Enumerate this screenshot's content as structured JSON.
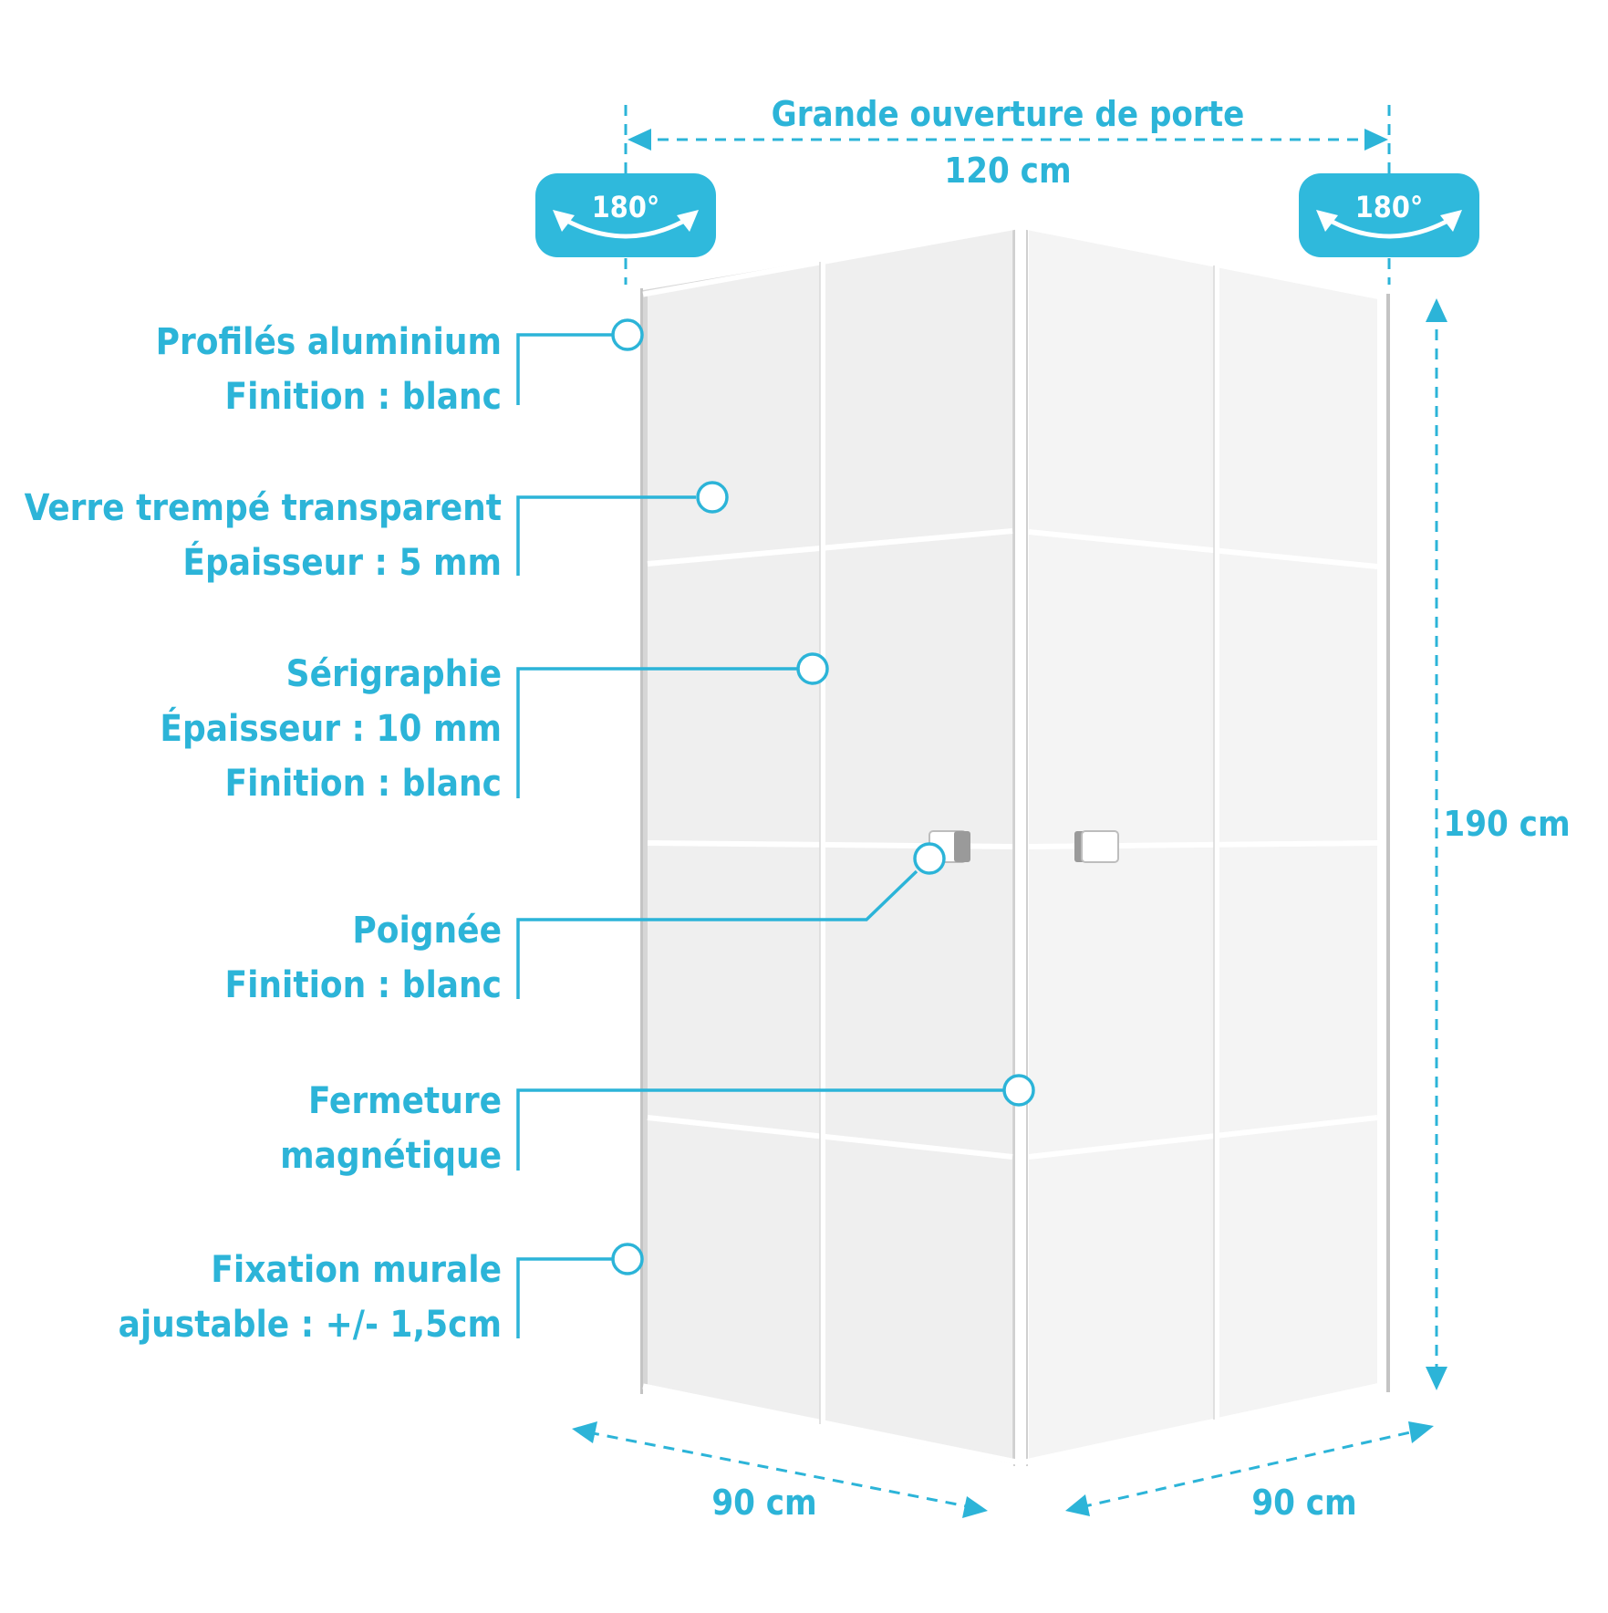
{
  "colors": {
    "accent": "#2cb4d8",
    "badge": "#2fb9dc",
    "glass_left": "#efefef",
    "glass_right": "#f4f4f4",
    "frame": "#ffffff",
    "frame_shadow": "#b9b9b9",
    "background": "#ffffff"
  },
  "dimensions": {
    "opening_title": "Grande ouverture de porte",
    "opening_width": "120 cm",
    "height": "190 cm",
    "depth_left": "90 cm",
    "depth_right": "90 cm"
  },
  "badges": {
    "left_rotation": "180°",
    "right_rotation": "180°",
    "icon": "rotate-arrows-icon"
  },
  "callouts": [
    {
      "id": "profiles",
      "lines": [
        "Profilés aluminium",
        "Finition : blanc"
      ]
    },
    {
      "id": "glass",
      "lines": [
        "Verre trempé transparent",
        "Épaisseur : 5 mm"
      ]
    },
    {
      "id": "screenprint",
      "lines": [
        "Sérigraphie",
        "Épaisseur : 10 mm",
        "Finition : blanc"
      ]
    },
    {
      "id": "handle",
      "lines": [
        "Poignée",
        "Finition : blanc"
      ]
    },
    {
      "id": "closure",
      "lines": [
        "Fermeture",
        "magnétique"
      ]
    },
    {
      "id": "wall-fixing",
      "lines": [
        "Fixation murale",
        "ajustable : +/- 1,5cm"
      ]
    }
  ]
}
